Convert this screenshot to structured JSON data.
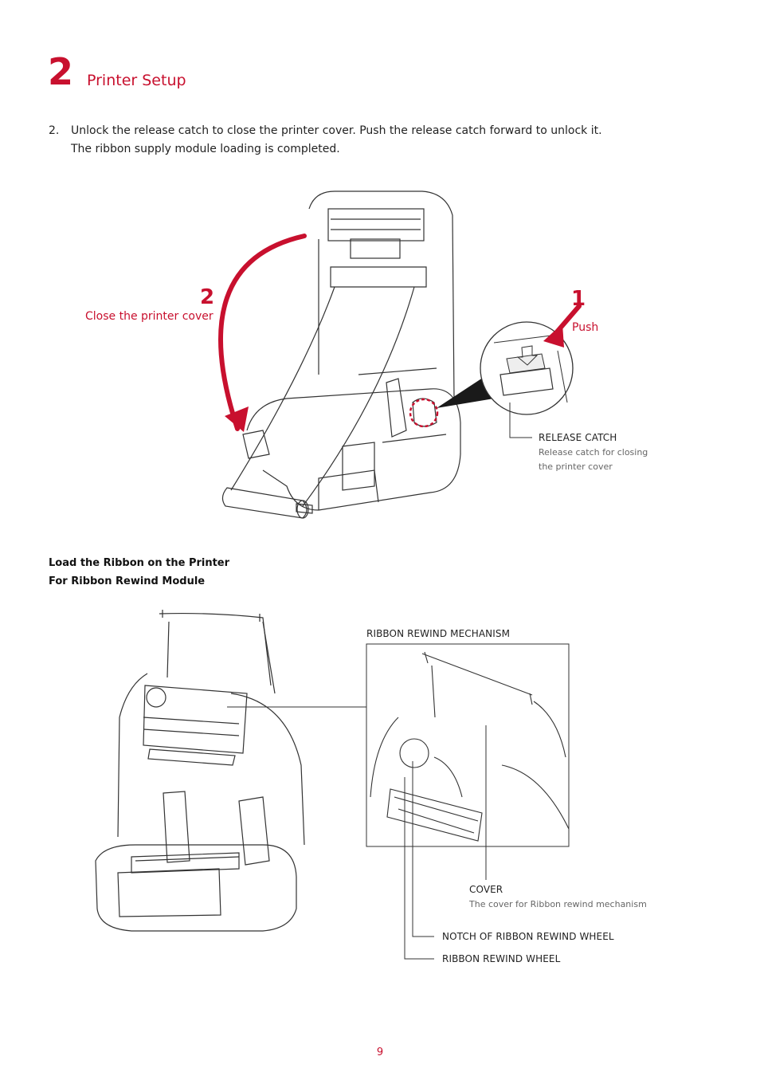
{
  "header": {
    "chapter_number": "2",
    "chapter_title": "Printer Setup"
  },
  "step2": {
    "number": "2.",
    "line1": "Unlock the release catch to close the printer cover. Push the release catch forward to unlock it.",
    "line2": "The ribbon supply module loading is completed."
  },
  "figure1": {
    "marker_close": "2",
    "close_label": "Close the printer cover",
    "marker_push": "1",
    "push_label": "Push",
    "release_catch_title": "RELEASE CATCH",
    "release_catch_desc1": "Release catch for closing",
    "release_catch_desc2": "the printer cover"
  },
  "section": {
    "heading1": "Load the Ribbon on the Printer",
    "heading2": "For Ribbon Rewind Module"
  },
  "figure2": {
    "mechanism_label": "RIBBON REWIND MECHANISM",
    "cover_title": "COVER",
    "cover_desc": "The cover for Ribbon rewind mechanism",
    "notch_label": "NOTCH OF RIBBON REWIND WHEEL",
    "wheel_label": "RIBBON REWIND WHEEL"
  },
  "footer": {
    "page_number": "9"
  },
  "colors": {
    "accent": "#c8102e",
    "line": "#333333"
  }
}
